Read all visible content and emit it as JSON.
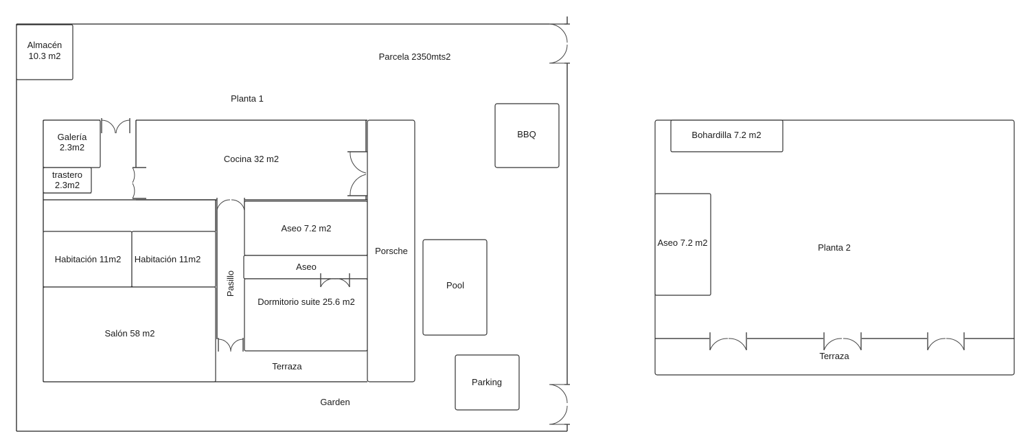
{
  "plot": {
    "label": "Parcela 2350mts2",
    "floor1_label": "Planta 1",
    "garden_label": "Garden"
  },
  "floor1_rooms": {
    "almacen_name": "Almacén",
    "almacen_area": "10.3 m2",
    "galeria_name": "Galería",
    "galeria_area": "2.3m2",
    "trastero_name": "trastero",
    "trastero_area": "2.3m2",
    "cocina": "Cocina 32 m2",
    "aseo_large": "Aseo 7.2 m2",
    "aseo_small": "Aseo",
    "habitacion_1": "Habitación 11m2",
    "habitacion_2": "Habitación 11m2",
    "pasillo": "Pasillo",
    "dormitorio": "Dormitorio suite 25.6 m2",
    "salon": "Salón 58 m2",
    "terraza": "Terraza",
    "porsche": "Porsche",
    "bbq": "BBQ",
    "pool": "Pool",
    "parking": "Parking"
  },
  "floor2": {
    "label": "Planta 2",
    "bohardilla": "Bohardilla 7.2 m2",
    "aseo": "Aseo 7.2 m2",
    "terraza": "Terraza"
  }
}
